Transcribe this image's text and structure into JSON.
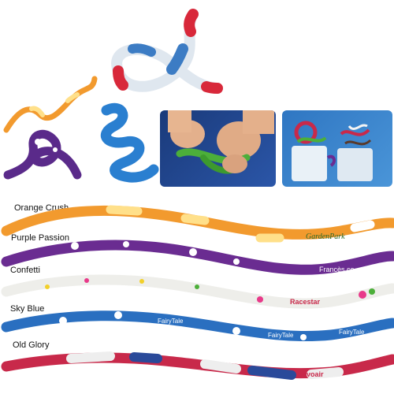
{
  "products": [
    {
      "name": "Orange Crush",
      "imprint": "GardenPark",
      "color": "#f29a2e",
      "accent": "#ffe08a"
    },
    {
      "name": "Purple Passion",
      "imprint": "Francès co",
      "color": "#6a2c91",
      "accent": "#ffffff"
    },
    {
      "name": "Confetti",
      "imprint": "Racestar",
      "color": "#eeeeea",
      "accent": "#e83a8a"
    },
    {
      "name": "Sky Blue",
      "imprint": "FairyTale",
      "color": "#2a6fc0",
      "accent": "#ffffff"
    },
    {
      "name": "Old Glory",
      "imprint": "novoair",
      "color": "#c8294a",
      "accent": "#2a4a9a"
    }
  ],
  "colors": {
    "red": "#d8283a",
    "white": "#f4f4f4",
    "blue": "#3c7cc4",
    "green": "#4caf3a"
  }
}
